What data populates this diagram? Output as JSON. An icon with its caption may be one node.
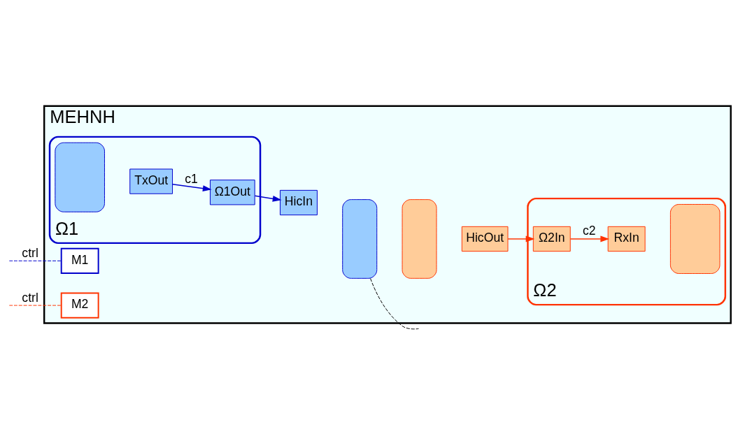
{
  "diagram": {
    "nodes": [
      {
        "text": [
          "MEHNH"
        ]
      },
      {
        "text": [
          "Ω1"
        ],
        "in": 0
      },
      {
        "text": [
          "M1"
        ],
        "in": 0
      },
      {
        "text": [],
        "shape": "box",
        "in": 1
      },
      {
        "text": [
          "TxOut"
        ],
        "in": 1
      },
      {
        "text": [
          "Ω1Out"
        ],
        "in": 1
      },
      {
        "text": [],
        "shape": "box",
        "in": 0
      },
      {
        "text": [],
        "shape": "box",
        "in": 0
      },
      {
        "text": [
          "HicIn"
        ],
        "in": 0
      },
      {
        "text": [
          "HicOut"
        ],
        "in": 0
      },
      {
        "text": [
          "Ω2"
        ],
        "in": 0
      },
      {
        "text": [
          "M2"
        ],
        "in": 0
      },
      {
        "text": [
          "Ω2In"
        ],
        "in": 10
      },
      {
        "text": [
          "RxIn"
        ],
        "in": 10
      },
      {
        "text": [],
        "shape": "box",
        "in": 10
      }
    ],
    "edges": [
      {
        "from": null,
        "to": 2,
        "arrow": "none",
        "label": "ctrl",
        "style": "dashed",
        "color": "#0000cc"
      },
      {
        "from": null,
        "to": 11,
        "arrow": "none",
        "label": "ctrl",
        "style": "dashed",
        "color": "#ff3300"
      },
      {
        "from": 4,
        "to": 5,
        "arrow": "to",
        "label": "c1",
        "color": "#0000cc"
      },
      {
        "from": 5,
        "to": 8,
        "arrow": "to",
        "color": "#0000cc"
      },
      {
        "from": 9,
        "to": 12,
        "arrow": "to",
        "color": "#ff3300"
      },
      {
        "from": 12,
        "to": 13,
        "arrow": "to",
        "label": "c2",
        "color": "#ff3300"
      },
      {
        "from": 6,
        "to": null,
        "arrow": "none",
        "style": "dashed",
        "color": "#000000"
      }
    ]
  }
}
